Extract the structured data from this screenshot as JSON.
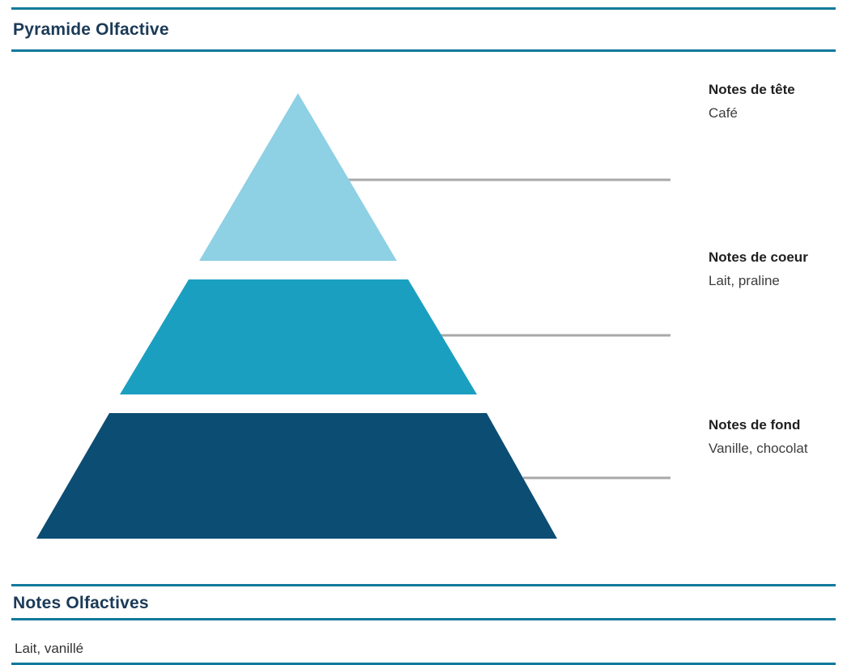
{
  "header": {
    "title": "Pyramide Olfactive"
  },
  "pyramid": {
    "levels": [
      {
        "name": "Notes de tête",
        "notes": "Café",
        "color": "#8ed0e4"
      },
      {
        "name": "Notes de coeur",
        "notes": "Lait, praline",
        "color": "#1b9fc1"
      },
      {
        "name": "Notes de fond",
        "notes": "Vanille, chocolat",
        "color": "#0c4d73"
      }
    ],
    "connector_color": "#a9a9a9"
  },
  "notes_section": {
    "title": "Notes Olfactives",
    "content": "Lait, vanillé"
  },
  "colors": {
    "rule": "#117a9b",
    "heading_text": "#1b3a57",
    "label_title_text": "#1f1f1f",
    "body_text": "#3d3d3d"
  }
}
